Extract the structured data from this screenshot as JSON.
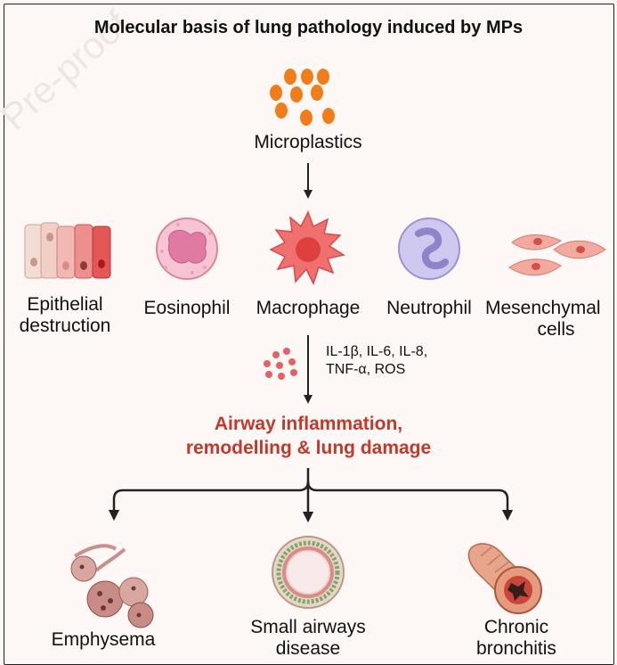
{
  "title": "Molecular basis of lung pathology induced by MPs",
  "watermark": "Pre-proof",
  "source": {
    "label": "Microplastics"
  },
  "cells": [
    {
      "line1": "Epithelial",
      "line2": "destruction"
    },
    {
      "line1": "Eosinophil",
      "line2": ""
    },
    {
      "line1": "Macrophage",
      "line2": ""
    },
    {
      "line1": "Neutrophil",
      "line2": ""
    },
    {
      "line1": "Mesenchymal",
      "line2": "cells"
    }
  ],
  "mediators": {
    "line1": "IL-1β, IL-6, IL-8,",
    "line2": "TNF-α, ROS"
  },
  "outcome": {
    "line1": "Airway inflammation,",
    "line2": "remodelling & lung damage"
  },
  "diseases": [
    {
      "line1": "Emphysema",
      "line2": ""
    },
    {
      "line1": "Small airways",
      "line2": "disease"
    },
    {
      "line1": "Chronic",
      "line2": "bronchitis"
    }
  ],
  "colors": {
    "accent": "#c0392b",
    "particles": "#f07d1a",
    "arrow": "#222222"
  }
}
